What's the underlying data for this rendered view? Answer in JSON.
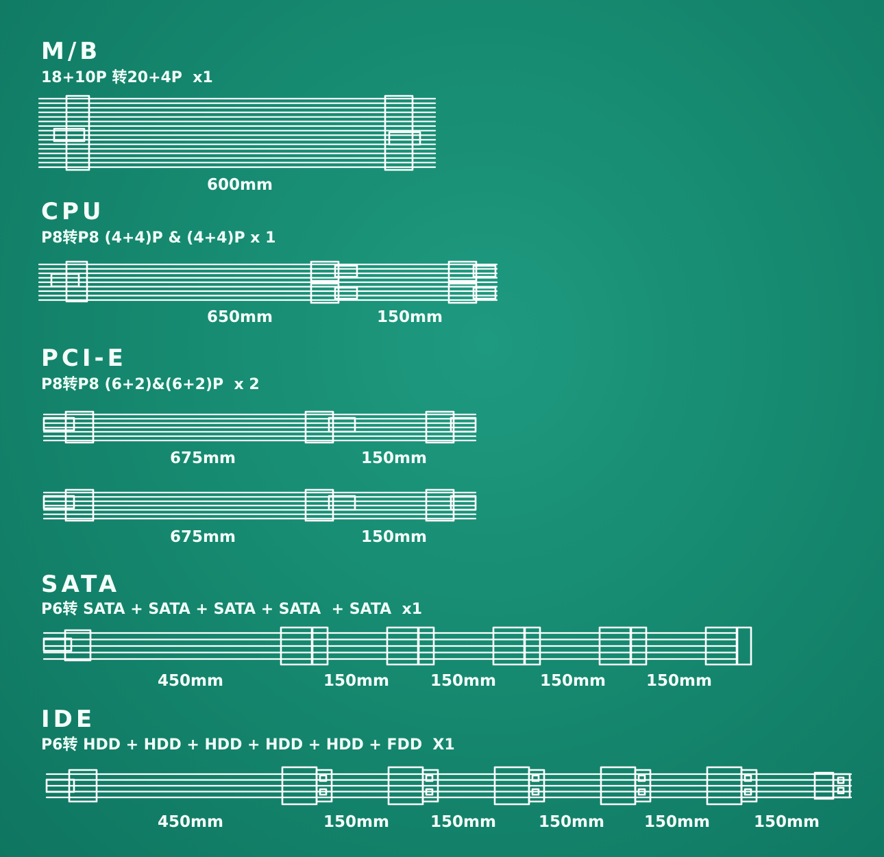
{
  "sections": {
    "mb": {
      "title": "M/B",
      "spec": "18+10P 转20+4P  x1",
      "cables": [
        {
          "lengths": [
            "600mm"
          ]
        }
      ]
    },
    "cpu": {
      "title": "CPU",
      "spec": "P8转P8 (4+4)P & (4+4)P x 1",
      "cables": [
        {
          "lengths": [
            "650mm",
            "150mm"
          ]
        }
      ]
    },
    "pcie": {
      "title": "PCI-E",
      "spec": "P8转P8 (6+2)&(6+2)P  x 2",
      "cables": [
        {
          "lengths": [
            "675mm",
            "150mm"
          ]
        },
        {
          "lengths": [
            "675mm",
            "150mm"
          ]
        }
      ]
    },
    "sata": {
      "title": "SATA",
      "spec": "P6转 SATA + SATA + SATA + SATA  + SATA  x1",
      "cables": [
        {
          "lengths": [
            "450mm",
            "150mm",
            "150mm",
            "150mm",
            "150mm"
          ]
        }
      ]
    },
    "ide": {
      "title": "IDE",
      "spec": "P6转 HDD + HDD + HDD + HDD + HDD + FDD  X1",
      "cables": [
        {
          "lengths": [
            "450mm",
            "150mm",
            "150mm",
            "150mm",
            "150mm",
            "150mm"
          ]
        }
      ]
    }
  }
}
